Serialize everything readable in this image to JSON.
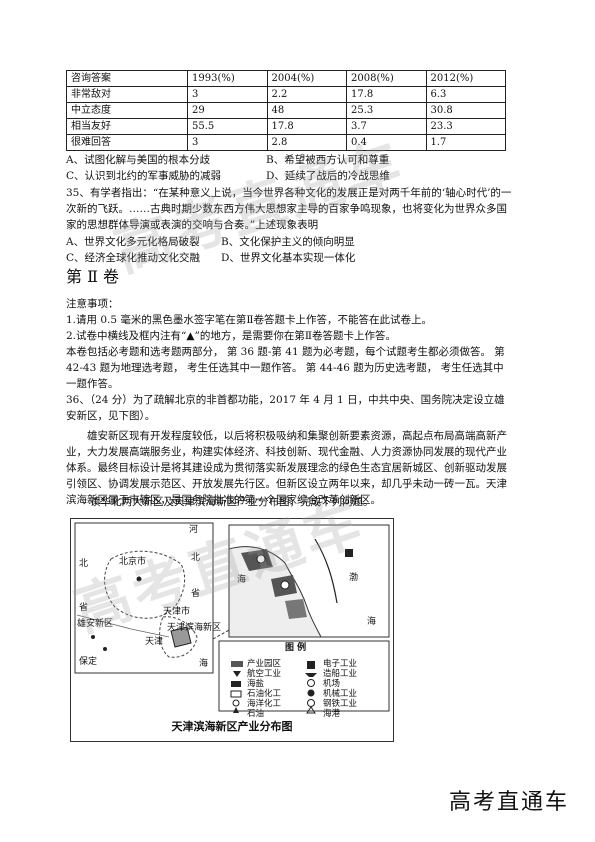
{
  "survey": {
    "headers": [
      "咨询答案",
      "1993(%)",
      "2004(%)",
      "2008(%)",
      "2012(%)"
    ],
    "rows": [
      [
        "非常敌对",
        "3",
        "2.2",
        "17.8",
        "6.3"
      ],
      [
        "中立态度",
        "29",
        "48",
        "25.3",
        "30.8"
      ],
      [
        "相当友好",
        "55.5",
        "17.8",
        "3.7",
        "23.3"
      ],
      [
        "很难回答",
        "3",
        "2.8",
        "0.4",
        "1.7"
      ]
    ]
  },
  "q34": {
    "opt_a": "A、试图化解与美国的根本分歧",
    "opt_b": "B、希望被西方认可和尊重",
    "opt_c": "C、认识到北约的军事威胁的减弱",
    "opt_d": "D、延续了战后的冷战思维"
  },
  "q35": {
    "stem": "35、有学者指出：“在某种意义上说，当今世界各种文化的发展正是对两千年前的‘轴心时代’的一次新的飞跃。……古典时期少数东西方伟大思想家主导的百家争鸣现象，也将变化为世界众多国家的思想群体导演或表演的交响与合奏。”上述现象表明",
    "opt_a": "A、世界文化多元化格局破裂",
    "opt_b": "B、文化保护主义的倾向明显",
    "opt_c": "C、经济全球化推动文化交融",
    "opt_d": "D、世界文化基本实现一体化"
  },
  "section": {
    "title": "第 Ⅱ 卷",
    "notice_title": "注意事项：",
    "notice_1": "1.请用 0.5 毫米的黑色墨水签字笔在第Ⅱ卷答题卡上作答，不能答在此试卷上。",
    "notice_2": "2.试卷中横线及框内注有“▲”的地方，是需要你在第Ⅱ卷答题卡上作答。",
    "notice_3": "本卷包括必考题和选考题两部分， 第 36 题-第 41 题为必考题，每个试题考生都必须做答。 第 42-43 题为地理选考题， 考生任选其中一题作答。 第 44-46 题为历史选考题， 考生任选其中一题作答。"
  },
  "q36": {
    "stem": "36、（24 分）为了疏解北京的非首都功能，2017 年 4 月 1 日，中共中央、国务院决定设立雄安新区，见下图）。",
    "para": "雄安新区现有开发程度较低，以后将积极吸纳和集聚创新要素资源，高起点布局高端高新产业，大力发展高端服务业，构建实体经济、科技创新、现代金融、人力资源协同发展的现代产业体系。最终目标设计是将其建设成为贯彻落实新发展理念的绿色生态宜居新城区、创新驱动发展引领区、协调发展示范区、开放发展先行区。但新区设立两年以来，却几乎未动一砖一瓦。天津滨海新区属于市辖区，是国务院批准的第一个国家综合改革创新区。",
    "prompt": "读华北两大新区及天津滨海新区产业分布图，完成下列问题。"
  },
  "map": {
    "labels": {
      "he": "河",
      "bei": "北",
      "beijing": "北京市",
      "bei2": "北",
      "sheng": "省",
      "sheng2": "省",
      "tianjin": "天津市",
      "xiongan": "雄安新区",
      "binhai": "天津滨海新区",
      "tianjin_city": "天津",
      "baoding": "保定",
      "hai1": "海",
      "hai2": "海",
      "bo": "渤",
      "hai3": "海"
    },
    "legend_title": "图 例",
    "legend": {
      "l1": "产业园区",
      "l2": "航空工业",
      "l3": "海盐",
      "l4": "石油化工",
      "l5": "海洋化工",
      "l6": "石油",
      "r1": "电子工业",
      "r2": "造船工业",
      "r3": "机场",
      "r4": "机械工业",
      "r5": "钢铁工业",
      "r6": "海港"
    },
    "caption": "天津滨海新区产业分布图"
  },
  "watermark": {
    "text": "高考直通车"
  },
  "brand": {
    "text": "高考直通车"
  }
}
